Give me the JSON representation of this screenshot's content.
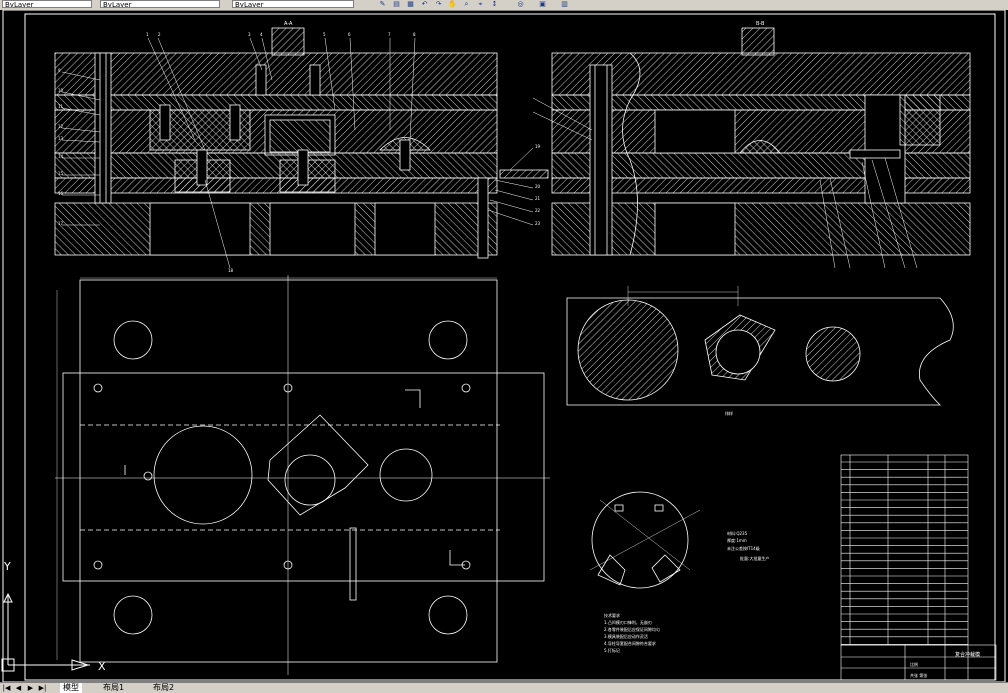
{
  "toolbar": {
    "combos": [
      "ByLayer",
      "ByLayer",
      "ByLayer"
    ],
    "icons": [
      "match-properties-icon",
      "layer-icon",
      "properties-icon",
      "undo-icon",
      "redo-icon",
      "pan-icon",
      "zoom-icon",
      "zoom-window-icon",
      "zoom-previous-icon",
      "orbit-icon",
      "design-center-icon",
      "tool-palette-icon"
    ]
  },
  "tabs": {
    "items": [
      "模型",
      "布局1",
      "布局2"
    ],
    "active": 0
  },
  "drawing": {
    "section_labels": [
      "A-A",
      "B-B"
    ],
    "view_label": "排样",
    "notes_title": "技术要求",
    "notes": [
      "1.凸凹模刃口锋利，无崩刃",
      "2.各零件装配后应保证间隙均匀",
      "3.模具装配后应动作灵活",
      "4.导柱导套配合间隙符合要求",
      "5.打标记"
    ],
    "part_notes": [
      "材料:Q235",
      "厚度:1mm",
      "未注公差按IT14级",
      "批量:大批量生产"
    ],
    "title_block": {
      "drawing_title": "复合冲裁模",
      "scale_label": "比例",
      "sheet_label": "共张 第张"
    }
  },
  "ucs": {
    "x_label": "X",
    "y_label": "Y"
  },
  "colors": {
    "canvas": "#000000",
    "lines": "#ffffff",
    "hatch": "#ffffff",
    "ui": "#d4d0c8"
  }
}
